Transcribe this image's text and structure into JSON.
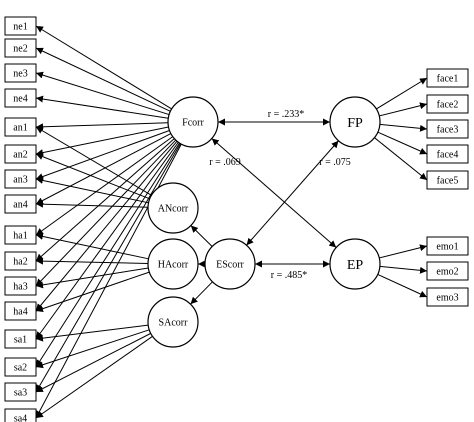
{
  "indicators_left": [
    "ne1",
    "ne2",
    "ne3",
    "ne4",
    "an1",
    "an2",
    "an3",
    "an4",
    "ha1",
    "ha2",
    "ha3",
    "ha4",
    "sa1",
    "sa2",
    "sa3",
    "sa4"
  ],
  "indicators_right_face": [
    "face1",
    "face2",
    "face3",
    "face4",
    "face5"
  ],
  "indicators_right_emo": [
    "emo1",
    "emo2",
    "emo3"
  ],
  "latents": {
    "fcorr": "Fcorr",
    "ancorr": "ANcorr",
    "hacorr": "HAcorr",
    "sacorr": "SAcorr",
    "escorr": "EScorr",
    "fp": "FP",
    "ep": "EP"
  },
  "correlations": {
    "fcorr_fp": "r = .233*",
    "fcorr_ep": "r = .069",
    "escorr_fp": "r = .075",
    "escorr_ep": "r = .485*"
  },
  "loadings": {
    "fcorr": [
      "ne1",
      "ne2",
      "ne3",
      "ne4",
      "an1",
      "an2",
      "an3",
      "an4",
      "ha1",
      "ha2",
      "ha3",
      "ha4",
      "sa1",
      "sa2",
      "sa3",
      "sa4"
    ],
    "ancorr": [
      "an1",
      "an2",
      "an3",
      "an4"
    ],
    "hacorr": [
      "ha1",
      "ha2",
      "ha3",
      "ha4"
    ],
    "sacorr": [
      "sa1",
      "sa2",
      "sa3",
      "sa4"
    ],
    "fp": [
      "face1",
      "face2",
      "face3",
      "face4",
      "face5"
    ],
    "ep": [
      "emo1",
      "emo2",
      "emo3"
    ]
  },
  "colors": {
    "line": "#000000",
    "background": "#ffffff"
  }
}
